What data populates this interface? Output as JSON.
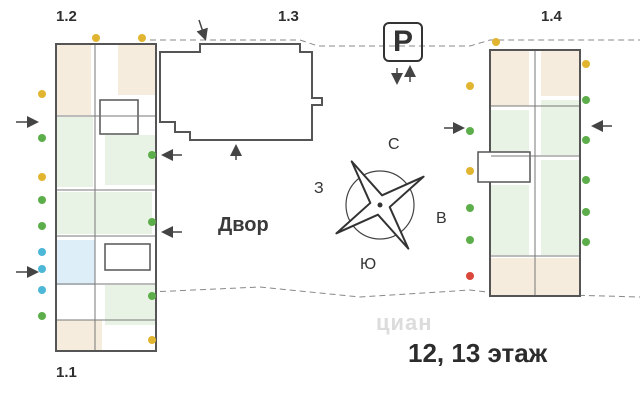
{
  "buildings": {
    "b_1_1": "1.1",
    "b_1_2": "1.2",
    "b_1_3": "1.3",
    "b_1_4": "1.4"
  },
  "courtyard_label": "Двор",
  "floor_label": "12, 13 этаж",
  "parking_label": "P",
  "compass": {
    "north": "С",
    "south": "Ю",
    "west": "З",
    "east": "В"
  },
  "watermark": "циан",
  "colors": {
    "wall": "#555555",
    "room_green": "#e8f3e6",
    "room_beige": "#f6ecdd",
    "room_blue": "#ddeef8",
    "badge_yellow": "#e2b531",
    "badge_green": "#5cae4a",
    "badge_cyan": "#4cb7d6",
    "badge_red": "#d9483b"
  },
  "icons": [
    "parking-icon",
    "entrance-arrow-icon",
    "compass-rose-icon"
  ]
}
